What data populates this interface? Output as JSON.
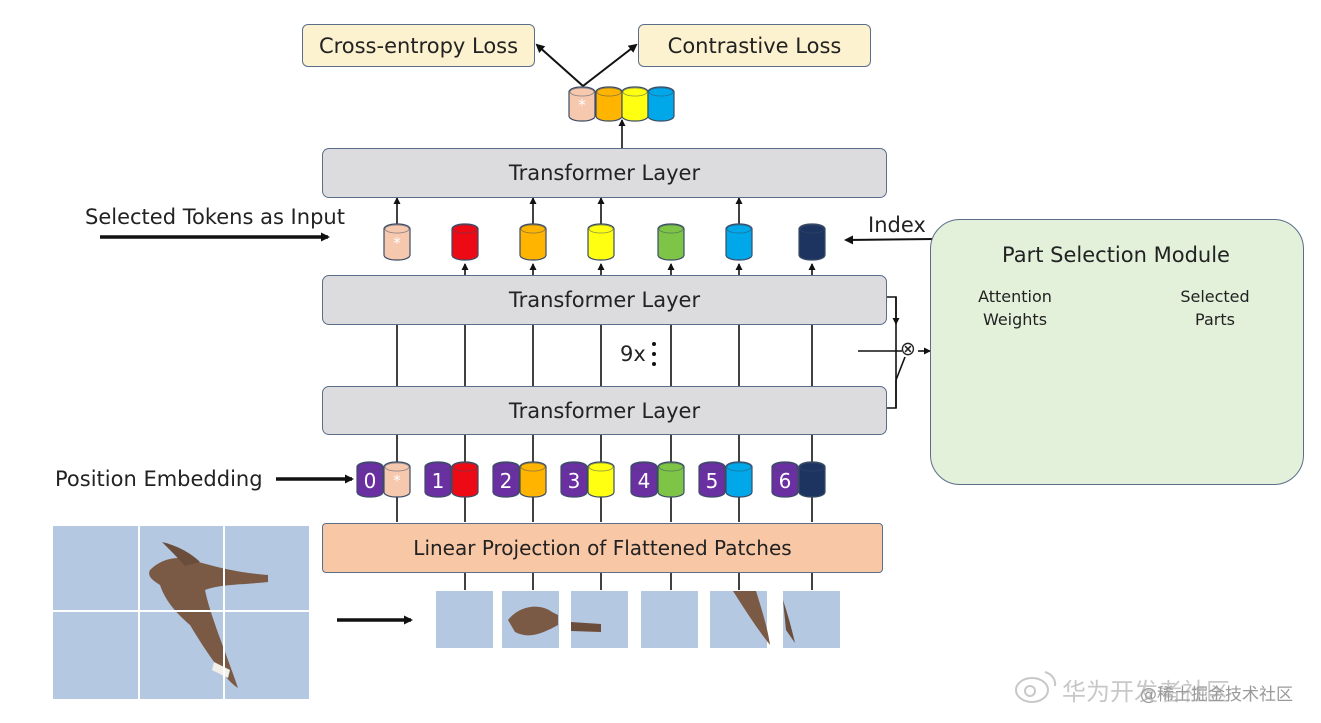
{
  "losses": {
    "cross_entropy": "Cross-entropy Loss",
    "contrastive": "Contrastive Loss"
  },
  "layers": {
    "top": "Transformer Layer",
    "middle": "Transformer Layer",
    "bottom": "Transformer Layer",
    "repeat": "9x"
  },
  "linear_projection": "Linear Projection of Flattened Patches",
  "labels": {
    "selected_tokens": "Selected Tokens as Input",
    "position_embedding": "Position Embedding",
    "index": "Index"
  },
  "part_selection": {
    "title": "Part Selection Module",
    "attention_line1": "Attention",
    "attention_line2": "Weights",
    "selected_line1": "Selected",
    "selected_line2": "Parts",
    "multiply_symbol": "⊗"
  },
  "tokens": {
    "cls_mark": "*",
    "colors": [
      "#f6c8ad",
      "#ee0a14",
      "#ffb400",
      "#ffff12",
      "#7dc447",
      "#00a8ea",
      "#1d3461"
    ],
    "position_color": "#6a2fa0",
    "position_numbers": [
      "0",
      "1",
      "2",
      "3",
      "4",
      "5",
      "6"
    ]
  },
  "watermark": {
    "main": "华为开发者社区",
    "small": "@稀土掘金技术社区"
  }
}
